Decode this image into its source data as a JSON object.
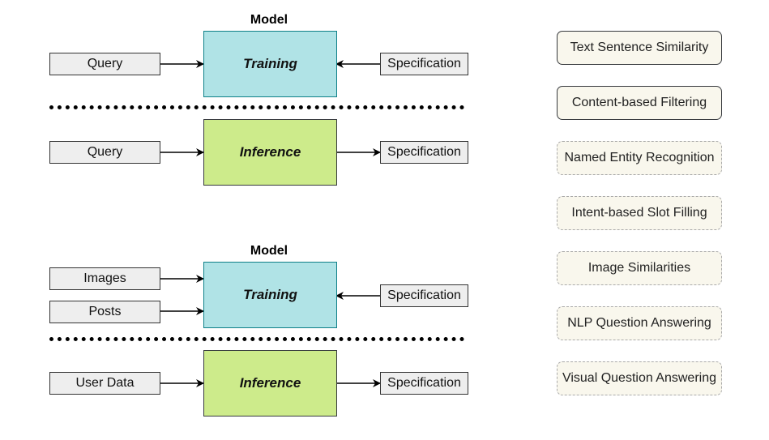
{
  "diagram_top": {
    "title": "Model",
    "training_query": "Query",
    "training_box": "Training",
    "training_spec": "Specification",
    "inference_query": "Query",
    "inference_box": "Inference",
    "inference_spec": "Specification"
  },
  "diagram_bottom": {
    "title": "Model",
    "images": "Images",
    "posts": "Posts",
    "training_box": "Training",
    "training_spec": "Specification",
    "user_data": "User Data",
    "inference_box": "Inference",
    "inference_spec": "Specification"
  },
  "tasks": [
    {
      "label": "Text Sentence Similarity",
      "style": "solid"
    },
    {
      "label": "Content-based Filtering",
      "style": "solid"
    },
    {
      "label": "Named Entity Recognition",
      "style": "dashed"
    },
    {
      "label": "Intent-based Slot Filling",
      "style": "dashed"
    },
    {
      "label": "Image Similarities",
      "style": "dashed"
    },
    {
      "label": "NLP Question Answering",
      "style": "dashed"
    },
    {
      "label": "Visual Question Answering",
      "style": "dashed"
    }
  ]
}
